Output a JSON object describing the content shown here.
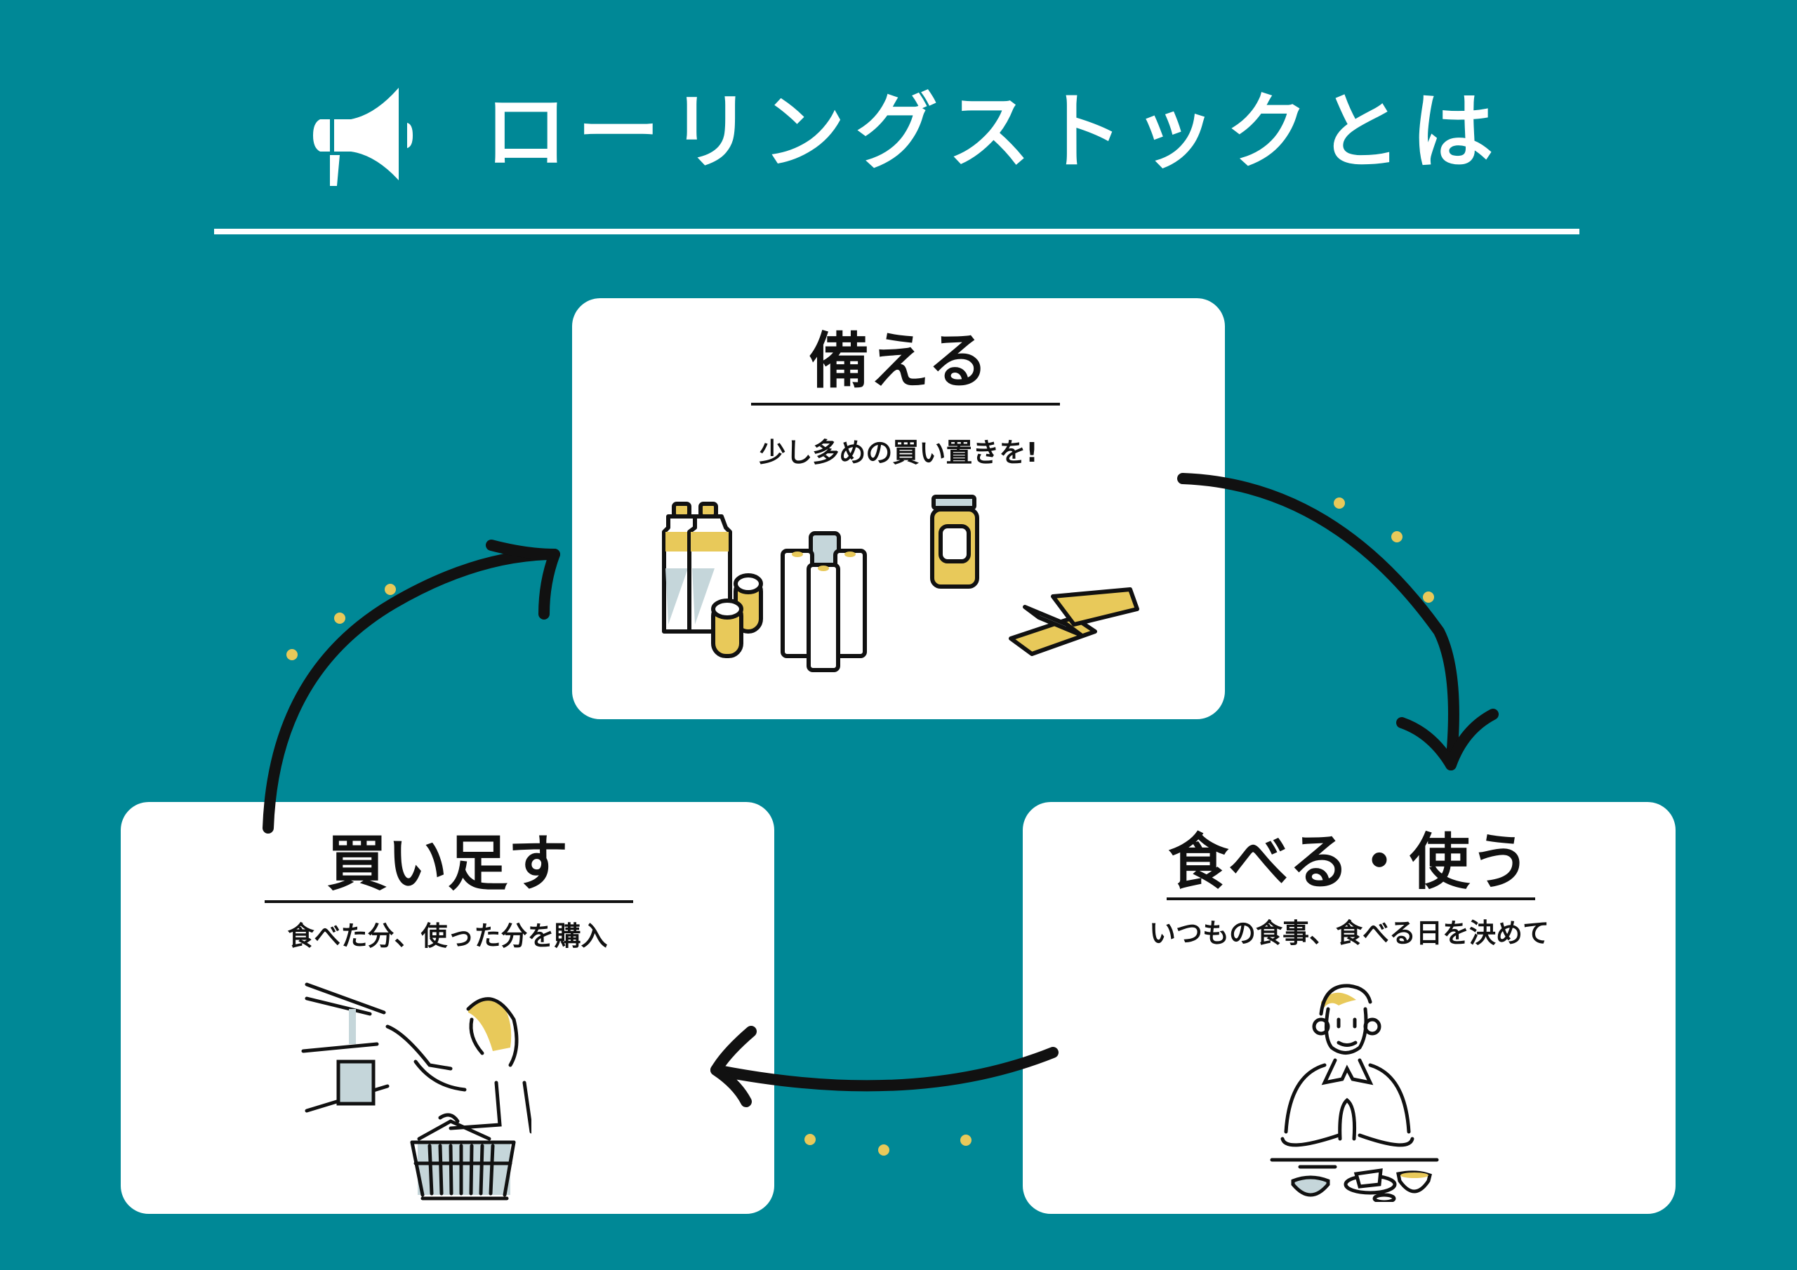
{
  "header": {
    "icon": "megaphone-icon",
    "title": "ローリングストックとは"
  },
  "colors": {
    "background": "#008896",
    "card": "#ffffff",
    "accent_yellow": "#e8c95a",
    "accent_gray": "#c5d6da",
    "ink": "#111111"
  },
  "cycle": {
    "steps": [
      {
        "id": "prepare",
        "title": "備える",
        "subtitle": "少し多めの買い置きを!",
        "illustration": "stockpile-items-illustration"
      },
      {
        "id": "consume",
        "title": "食べる・使う",
        "subtitle": "いつもの食事、食べる日を決めて",
        "illustration": "person-eating-illustration"
      },
      {
        "id": "restock",
        "title": "買い足す",
        "subtitle": "食べた分、使った分を購入",
        "illustration": "person-shopping-illustration"
      }
    ],
    "arrows": [
      {
        "from": "prepare",
        "to": "consume"
      },
      {
        "from": "consume",
        "to": "restock"
      },
      {
        "from": "restock",
        "to": "prepare"
      }
    ]
  }
}
